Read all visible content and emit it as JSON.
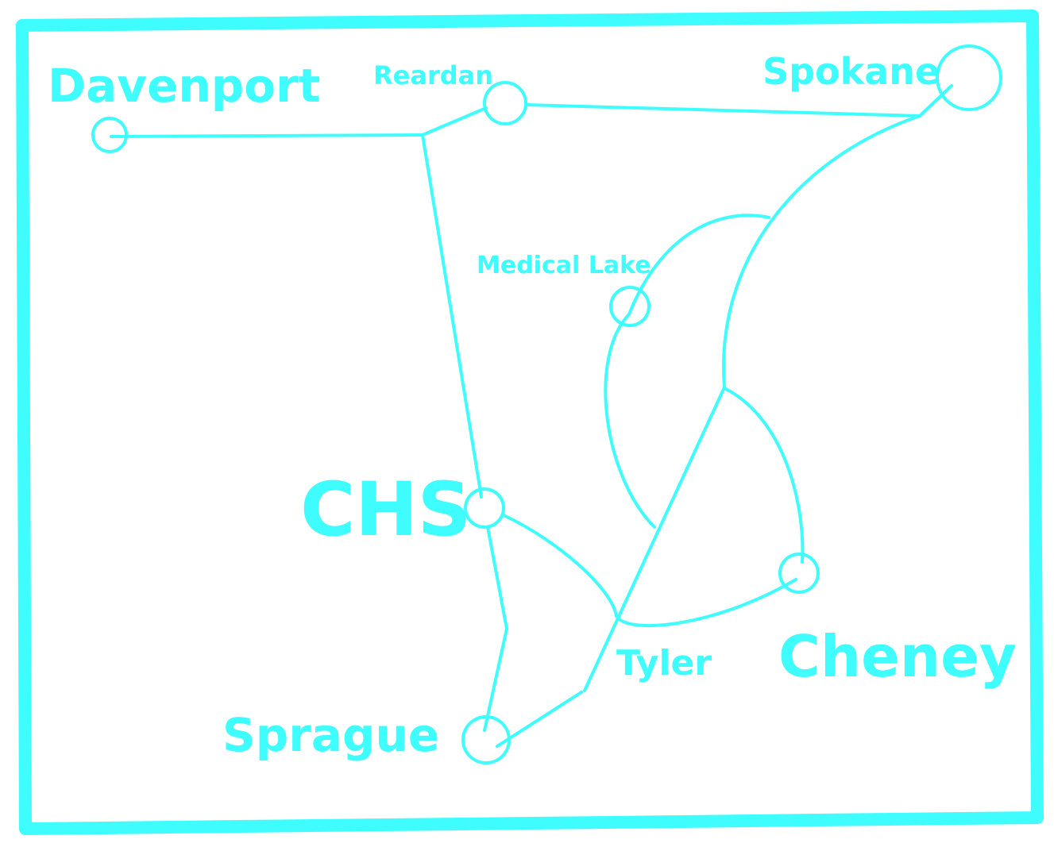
{
  "theme": {
    "stroke_color": "#3ffcff",
    "background": "#ffffff"
  },
  "map": {
    "labels": {
      "davenport": "Davenport",
      "reardan": "Reardan",
      "spokane": "Spokane",
      "medical_lake": "Medical Lake",
      "chs": "CHS",
      "tyler": "Tyler",
      "cheney": "Cheney",
      "sprague": "Sprague"
    }
  }
}
